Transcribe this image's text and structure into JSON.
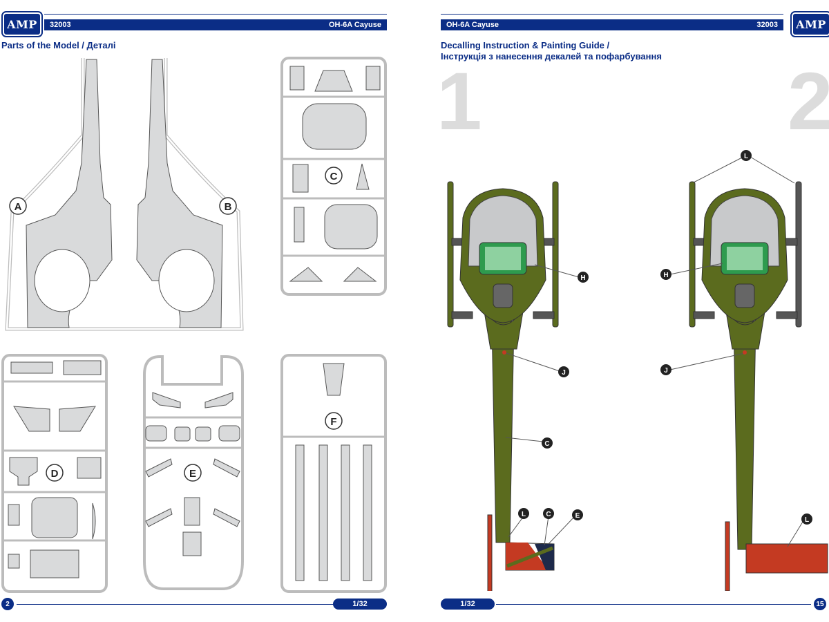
{
  "brand": {
    "logo": "AMP"
  },
  "left_page": {
    "code": "32003",
    "model": "OH-6A Cayuse",
    "title": "Parts of the Model  / Деталі",
    "page_number": "2",
    "scale": "1/32",
    "sprue_labels": {
      "A": "A",
      "B": "B",
      "C": "C",
      "D": "D",
      "E": "E",
      "F": "F"
    }
  },
  "right_page": {
    "model": "OH-6A Cayuse",
    "code": "32003",
    "title_line1": "Decalling Instruction & Painting Guide /",
    "title_line2": "Інструкція з нанесення декалей та пофарбування",
    "step1": "1",
    "step2": "2",
    "page_number": "15",
    "scale": "1/32",
    "decal_labels": {
      "H": "H",
      "J": "J",
      "C": "C",
      "L": "L",
      "E": "E"
    }
  },
  "colors": {
    "brand_blue": "#0b2d86",
    "olive": "#5b6b1e",
    "red": "#c43a22",
    "navy": "#1e2a4a",
    "gray_part": "#d9dadb"
  }
}
